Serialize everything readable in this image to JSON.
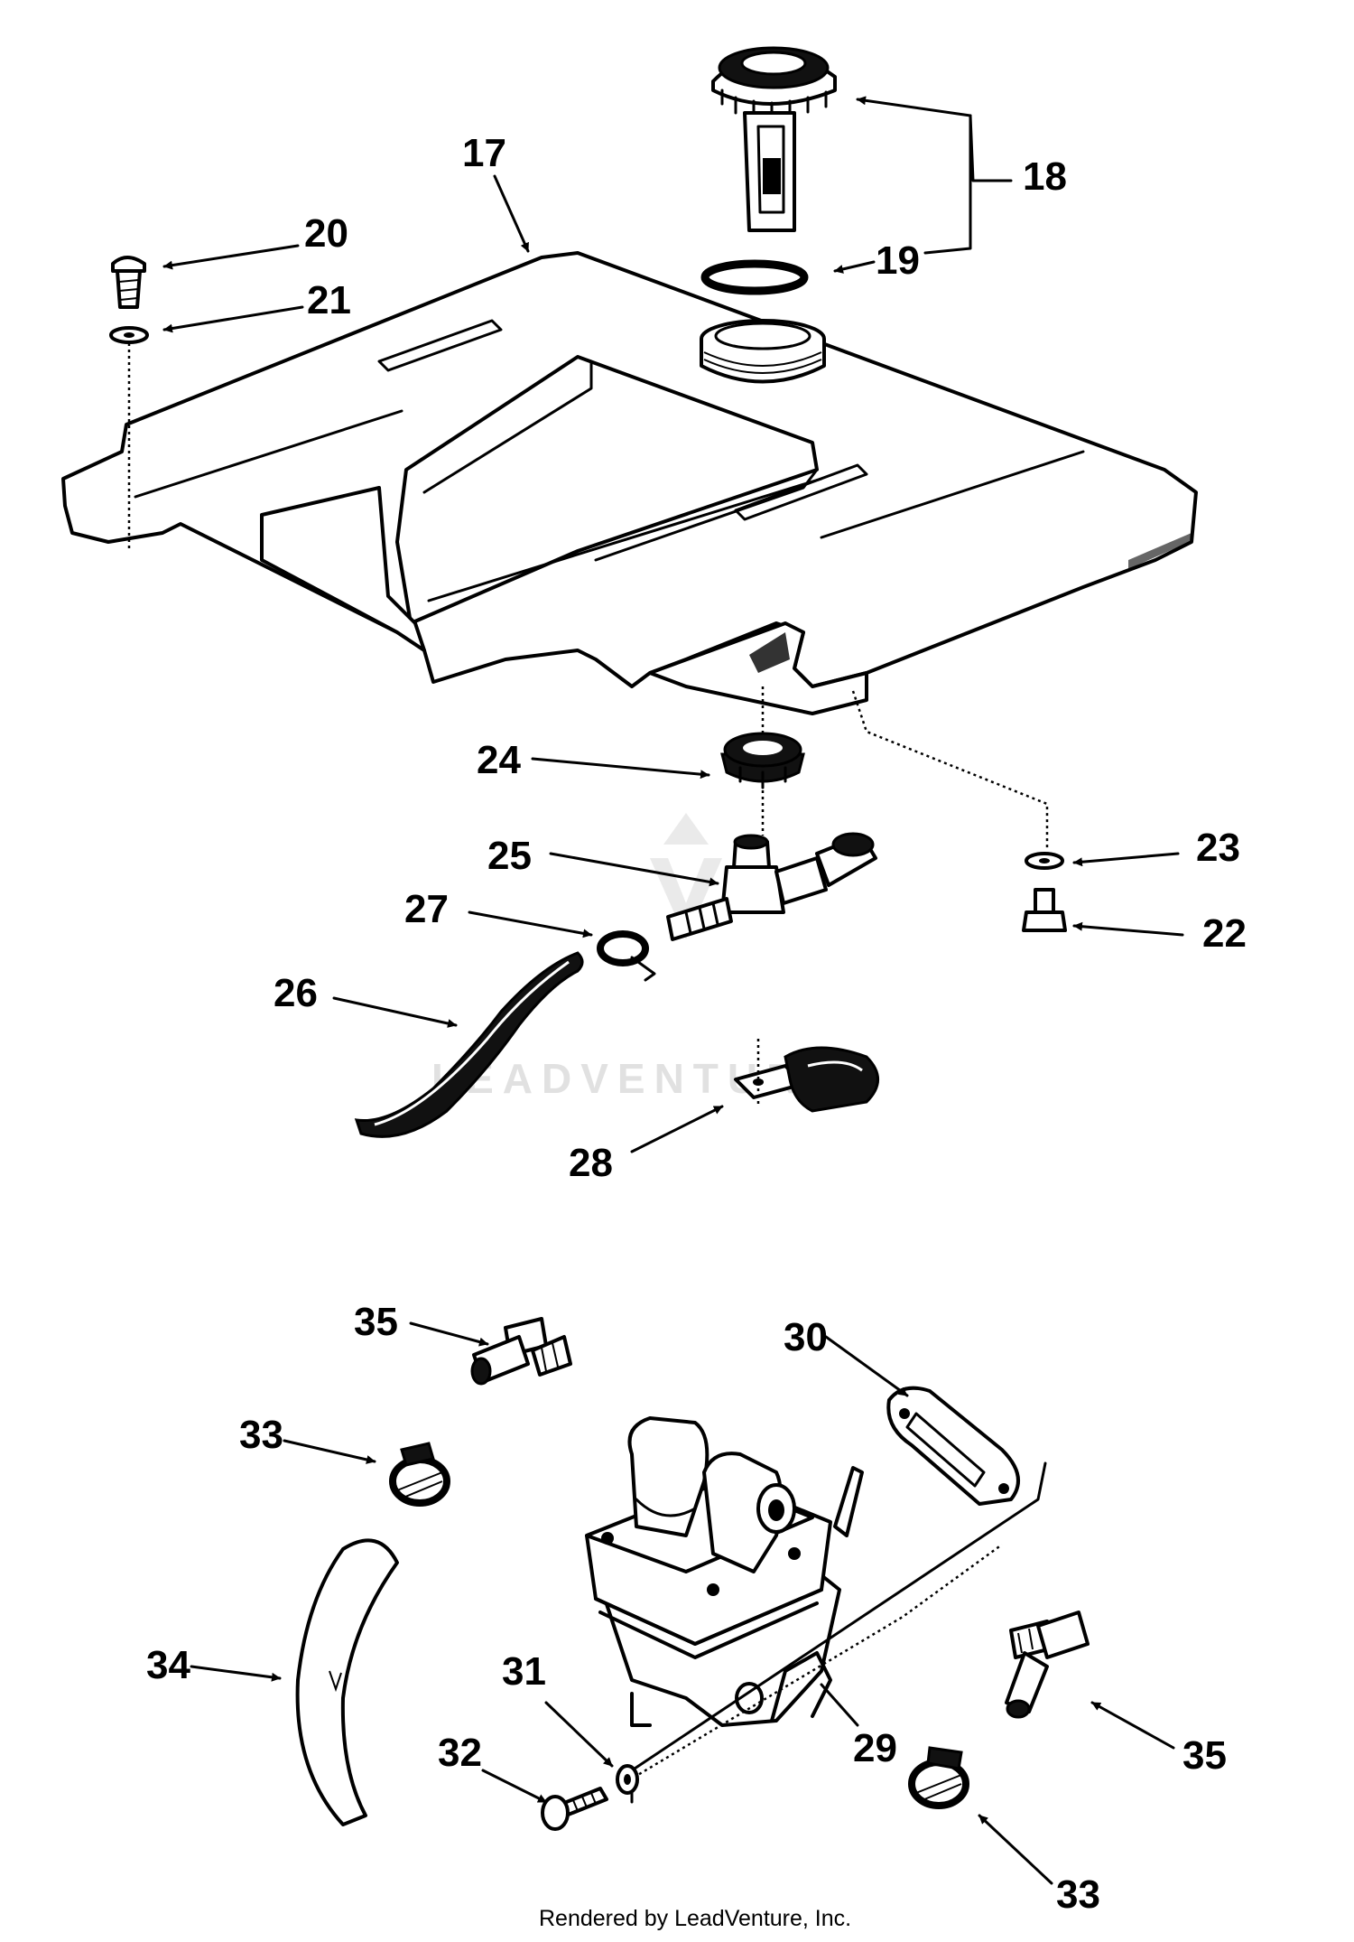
{
  "diagram": {
    "labels": [
      "17",
      "18",
      "19",
      "20",
      "21",
      "22",
      "23",
      "24",
      "25",
      "26",
      "27",
      "28",
      "29",
      "30",
      "31",
      "32",
      "33",
      "33",
      "34",
      "35",
      "35"
    ],
    "credit": "Rendered by LeadVenture, Inc.",
    "watermark": "LEADVENTURE"
  }
}
